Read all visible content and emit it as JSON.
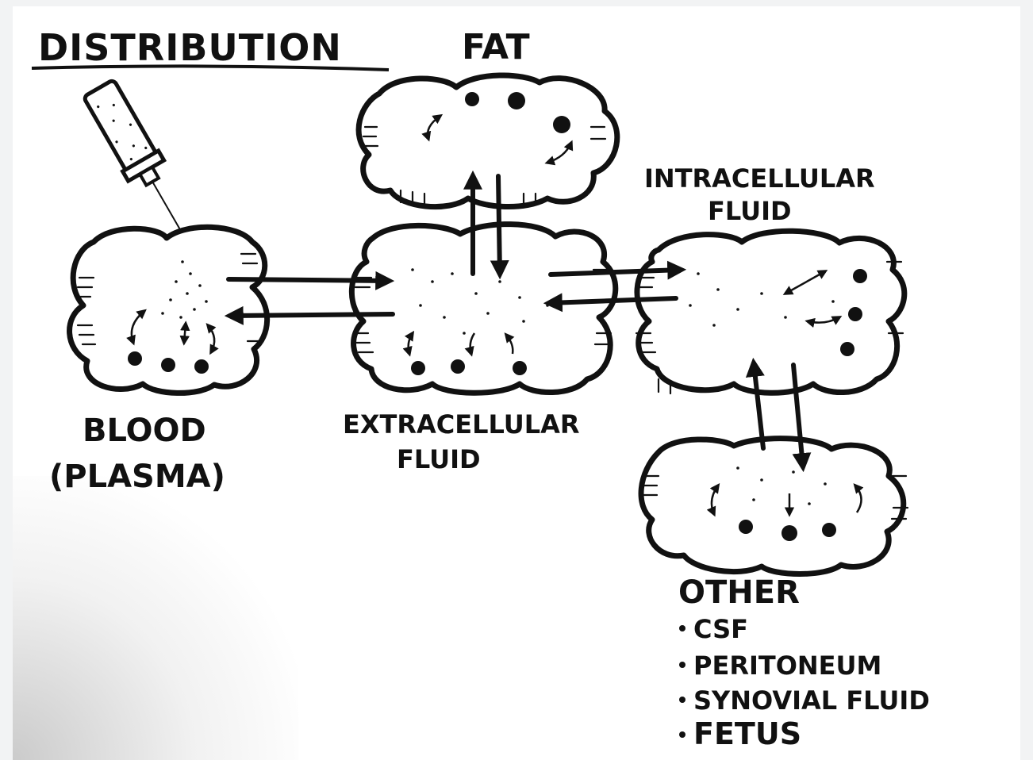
{
  "title": "DISTRIBUTION",
  "compartments": {
    "fat": "FAT",
    "intracellular_line1": "INTRACELLULAR",
    "intracellular_line2": "FLUID",
    "blood_line1": "BLOOD",
    "blood_line2": "(PLASMA)",
    "extracellular_line1": "EXTRACELLULAR",
    "extracellular_line2": "FLUID",
    "other": "OTHER"
  },
  "other_items": [
    "CSF",
    "PERITONEUM",
    "SYNOVIAL FLUID",
    "FETUS"
  ],
  "colors": {
    "ink": "#111111",
    "paper": "#ffffff",
    "background": "#f2f3f4"
  }
}
